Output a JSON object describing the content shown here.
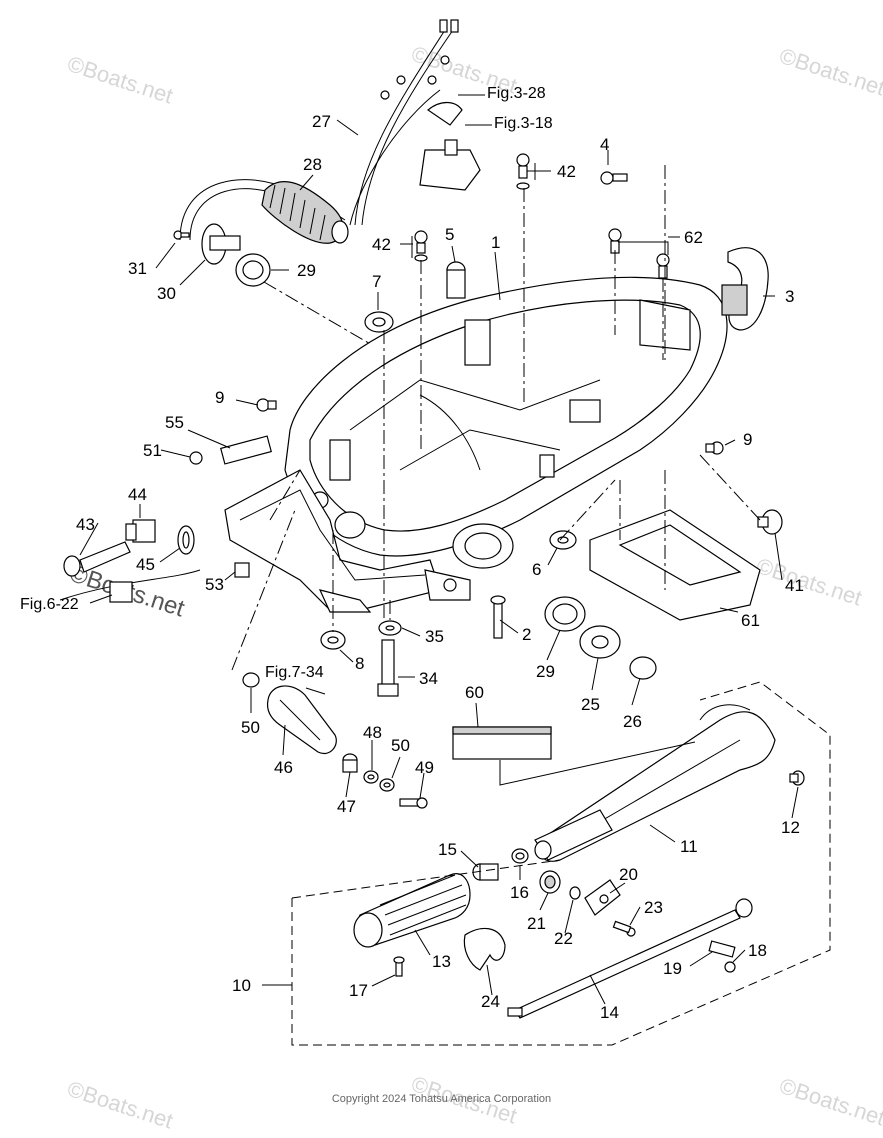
{
  "watermark": "Boats.net",
  "watermark_symbol": "©",
  "copyright": "Copyright 2024 Tohatsu America Corporation",
  "callouts": {
    "p1": "1",
    "p2": "2",
    "p3": "3",
    "p4": "4",
    "p5": "5",
    "p6": "6",
    "p7": "7",
    "p8": "8",
    "p9a": "9",
    "p9b": "9",
    "p10": "10",
    "p11": "11",
    "p12": "12",
    "p13": "13",
    "p14": "14",
    "p15": "15",
    "p16": "16",
    "p17": "17",
    "p18": "18",
    "p19": "19",
    "p20": "20",
    "p21": "21",
    "p22": "22",
    "p23": "23",
    "p24": "24",
    "p25": "25",
    "p26": "26",
    "p27": "27",
    "p28": "28",
    "p29a": "29",
    "p29b": "29",
    "p30": "30",
    "p31": "31",
    "p34": "34",
    "p35": "35",
    "p41": "41",
    "p42a": "42",
    "p42b": "42",
    "p43": "43",
    "p44": "44",
    "p45": "45",
    "p46": "46",
    "p47": "47",
    "p48": "48",
    "p49": "49",
    "p50a": "50",
    "p50b": "50",
    "p51": "51",
    "p53": "53",
    "p55": "55",
    "p60": "60",
    "p61": "61",
    "p62": "62"
  },
  "figure_refs": {
    "fig3_28": "Fig.3-28",
    "fig3_18": "Fig.3-18",
    "fig6_22": "Fig.6-22",
    "fig7_34": "Fig.7-34"
  },
  "colors": {
    "line": "#000000",
    "watermark": "#d6d6d6",
    "background": "#ffffff"
  }
}
